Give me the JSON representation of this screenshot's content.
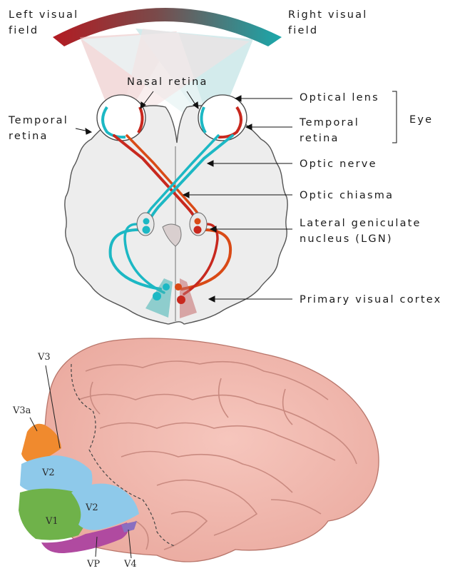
{
  "top_diagram": {
    "visual_field": {
      "left_label": "Left visual\nfield",
      "right_label": "Right visual\nfield",
      "left_color": "#b31b22",
      "right_color": "#1aa8ab"
    },
    "labels": {
      "nasal_retina": "Nasal retina",
      "temporal_retina_left": "Temporal\nretina",
      "optical_lens": "Optical lens",
      "temporal_retina_right": "Temporal\nretina",
      "eye": "Eye",
      "optic_nerve": "Optic nerve",
      "optic_chiasma": "Optic chiasma",
      "lgn": "Lateral geniculate\nnucleus (LGN)",
      "primary_visual_cortex": "Primary visual cortex"
    },
    "pathway_colors": {
      "left_field": "#1cb8c4",
      "right_field": "#c8281e",
      "right_field_alt": "#d94a16"
    }
  },
  "bottom_diagram": {
    "areas": {
      "v3": "V3",
      "v3a": "V3a",
      "v2_upper": "V2",
      "v1": "V1",
      "v2_lower": "V2",
      "vp": "VP",
      "v4": "V4"
    },
    "area_colors": {
      "v1": "#6fb24a",
      "v2": "#8ec9ea",
      "v3": "#f08a2e",
      "vp": "#b04aa0",
      "v4": "#8a6fc0",
      "cortex": "#f2b8b0"
    }
  }
}
